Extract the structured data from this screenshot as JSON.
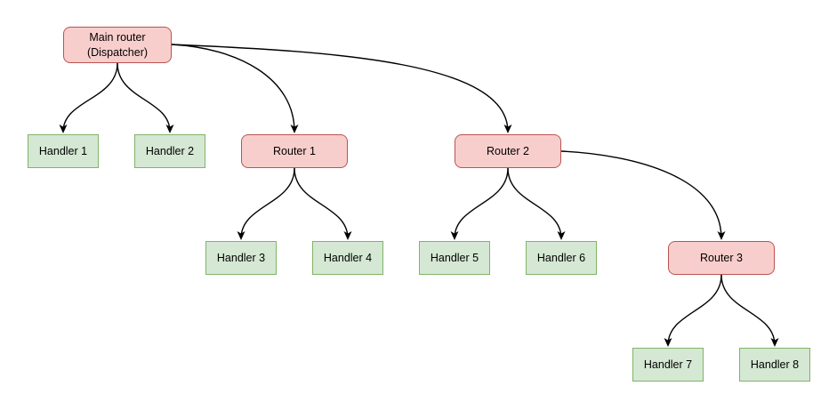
{
  "diagram": {
    "type": "tree-flowchart",
    "colors": {
      "background": "#ffffff",
      "router_fill": "#f8cecc",
      "router_border": "#b85450",
      "handler_fill": "#d5e8d4",
      "handler_border": "#82b366",
      "edge": "#000000",
      "text": "#000000"
    },
    "nodes": {
      "main_router": {
        "label": "Main router",
        "sublabel": "(Dispatcher)",
        "kind": "router"
      },
      "router1": {
        "label": "Router 1",
        "kind": "router"
      },
      "router2": {
        "label": "Router 2",
        "kind": "router"
      },
      "router3": {
        "label": "Router 3",
        "kind": "router"
      },
      "handler1": {
        "label": "Handler 1",
        "kind": "handler"
      },
      "handler2": {
        "label": "Handler 2",
        "kind": "handler"
      },
      "handler3": {
        "label": "Handler 3",
        "kind": "handler"
      },
      "handler4": {
        "label": "Handler 4",
        "kind": "handler"
      },
      "handler5": {
        "label": "Handler 5",
        "kind": "handler"
      },
      "handler6": {
        "label": "Handler 6",
        "kind": "handler"
      },
      "handler7": {
        "label": "Handler 7",
        "kind": "handler"
      },
      "handler8": {
        "label": "Handler 8",
        "kind": "handler"
      }
    },
    "edges": [
      {
        "from": "main_router",
        "to": "handler1",
        "arrow": "down"
      },
      {
        "from": "main_router",
        "to": "handler2",
        "arrow": "down"
      },
      {
        "from": "main_router",
        "to": "router1",
        "arrow": "down"
      },
      {
        "from": "main_router",
        "to": "router2",
        "arrow": "down"
      },
      {
        "from": "router1",
        "to": "handler3",
        "arrow": "down"
      },
      {
        "from": "router1",
        "to": "handler4",
        "arrow": "down"
      },
      {
        "from": "router2",
        "to": "handler5",
        "arrow": "down"
      },
      {
        "from": "router2",
        "to": "handler6",
        "arrow": "down"
      },
      {
        "from": "router2",
        "to": "router3",
        "arrow": "down"
      },
      {
        "from": "router3",
        "to": "handler7",
        "arrow": "down"
      },
      {
        "from": "router3",
        "to": "handler8",
        "arrow": "down"
      }
    ]
  }
}
